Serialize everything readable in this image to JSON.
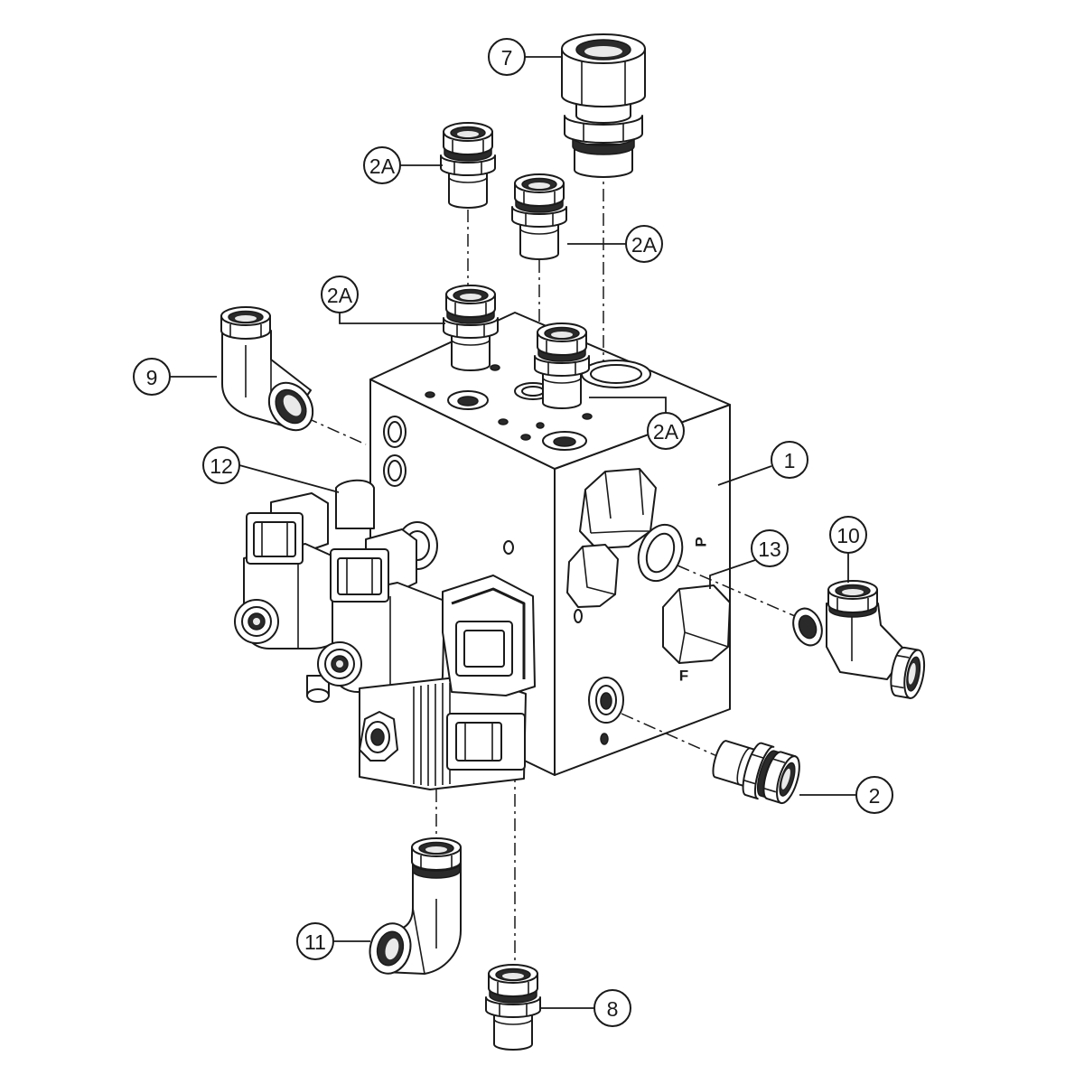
{
  "colors": {
    "line": "#1a1a1a",
    "fill": "#ffffff",
    "dark": "#2a2a2a"
  },
  "callouts": {
    "part_7": "7",
    "part_2a_top": "2A",
    "part_2a_right": "2A",
    "part_2a_middle": "2A",
    "part_2a_lower": "2A",
    "part_9": "9",
    "part_12": "12",
    "part_1": "1",
    "part_13": "13",
    "part_10": "10",
    "part_2": "2",
    "part_11": "11",
    "part_8": "8"
  },
  "block_markings": {
    "port_p": "P",
    "port_f": "F"
  }
}
